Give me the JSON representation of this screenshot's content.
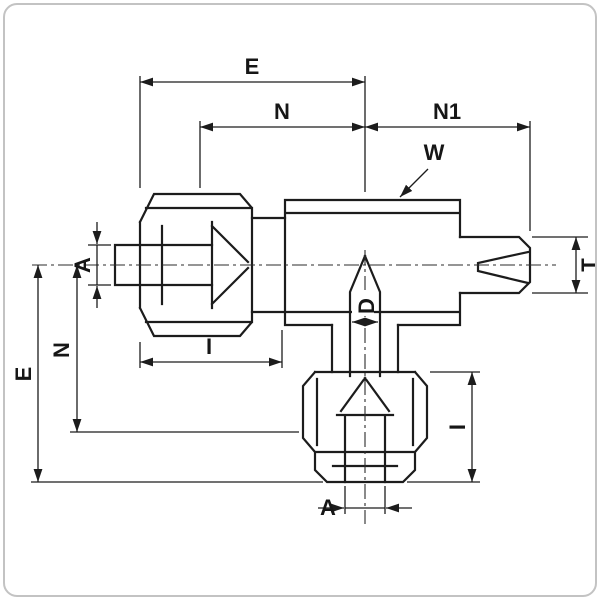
{
  "figure": {
    "kind": "engineering dimension drawing",
    "subject": "compression tee fitting side view",
    "ink_color": "#1c1c1c",
    "background_color": "#ffffff",
    "frame_color": "#c3c3c3"
  },
  "labels": {
    "e_top": "E",
    "n_top": "N",
    "n1_top": "N1",
    "w": "W",
    "a_left": "A",
    "t_right": "T",
    "d_center": "D",
    "n_left": "N",
    "e_left": "E",
    "i_bottom_left": "I",
    "i_right": "I",
    "a_bottom": "A"
  }
}
